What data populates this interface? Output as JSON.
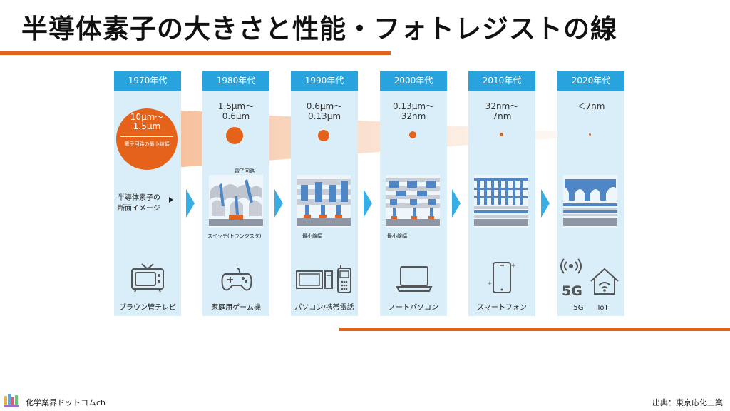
{
  "title": "半導体素子の大きさと性能・フォトレジストの線",
  "colors": {
    "accent_orange": "#e5621a",
    "header_blue": "#28a3dd",
    "column_bg": "#d9eef9",
    "arrow_blue": "#39aee4"
  },
  "decades": [
    {
      "label": "1970年代",
      "range": "10μm〜\n1.5μm",
      "device": "ブラウン管テレビ",
      "device_icon": "crt-tv-icon"
    },
    {
      "label": "1980年代",
      "range": "1.5μm〜\n0.6μm",
      "device": "家庭用ゲーム機",
      "device_icon": "gamepad-icon"
    },
    {
      "label": "1990年代",
      "range": "0.6μm〜\n0.13μm",
      "device": "パソコン/携帯電話",
      "device_icon": "desktop-phone-icon"
    },
    {
      "label": "2000年代",
      "range": "0.13μm〜\n32nm",
      "device": "ノートパソコン",
      "device_icon": "laptop-icon"
    },
    {
      "label": "2010年代",
      "range": "32nm〜\n7nm",
      "device": "スマートフォン",
      "device_icon": "smartphone-icon"
    },
    {
      "label": "2020年代",
      "range": "＜7nm",
      "device": "5G　　IoT",
      "device_icon": "5g-iot-icon"
    }
  ],
  "big_dot_caption": "電子回路の最小線幅",
  "row_label": "半導体素子の\n断面イメージ",
  "annotations": {
    "circuit": "電子回路",
    "switch": "スイッチ(トランジスタ)",
    "min_width_1990": "最小線幅",
    "min_width_2000": "最小線幅"
  },
  "icon_texts": {
    "five_g": "5G"
  },
  "footer": {
    "brand": "化学業界ドットコムch",
    "source": "出典：東京応化工業"
  }
}
